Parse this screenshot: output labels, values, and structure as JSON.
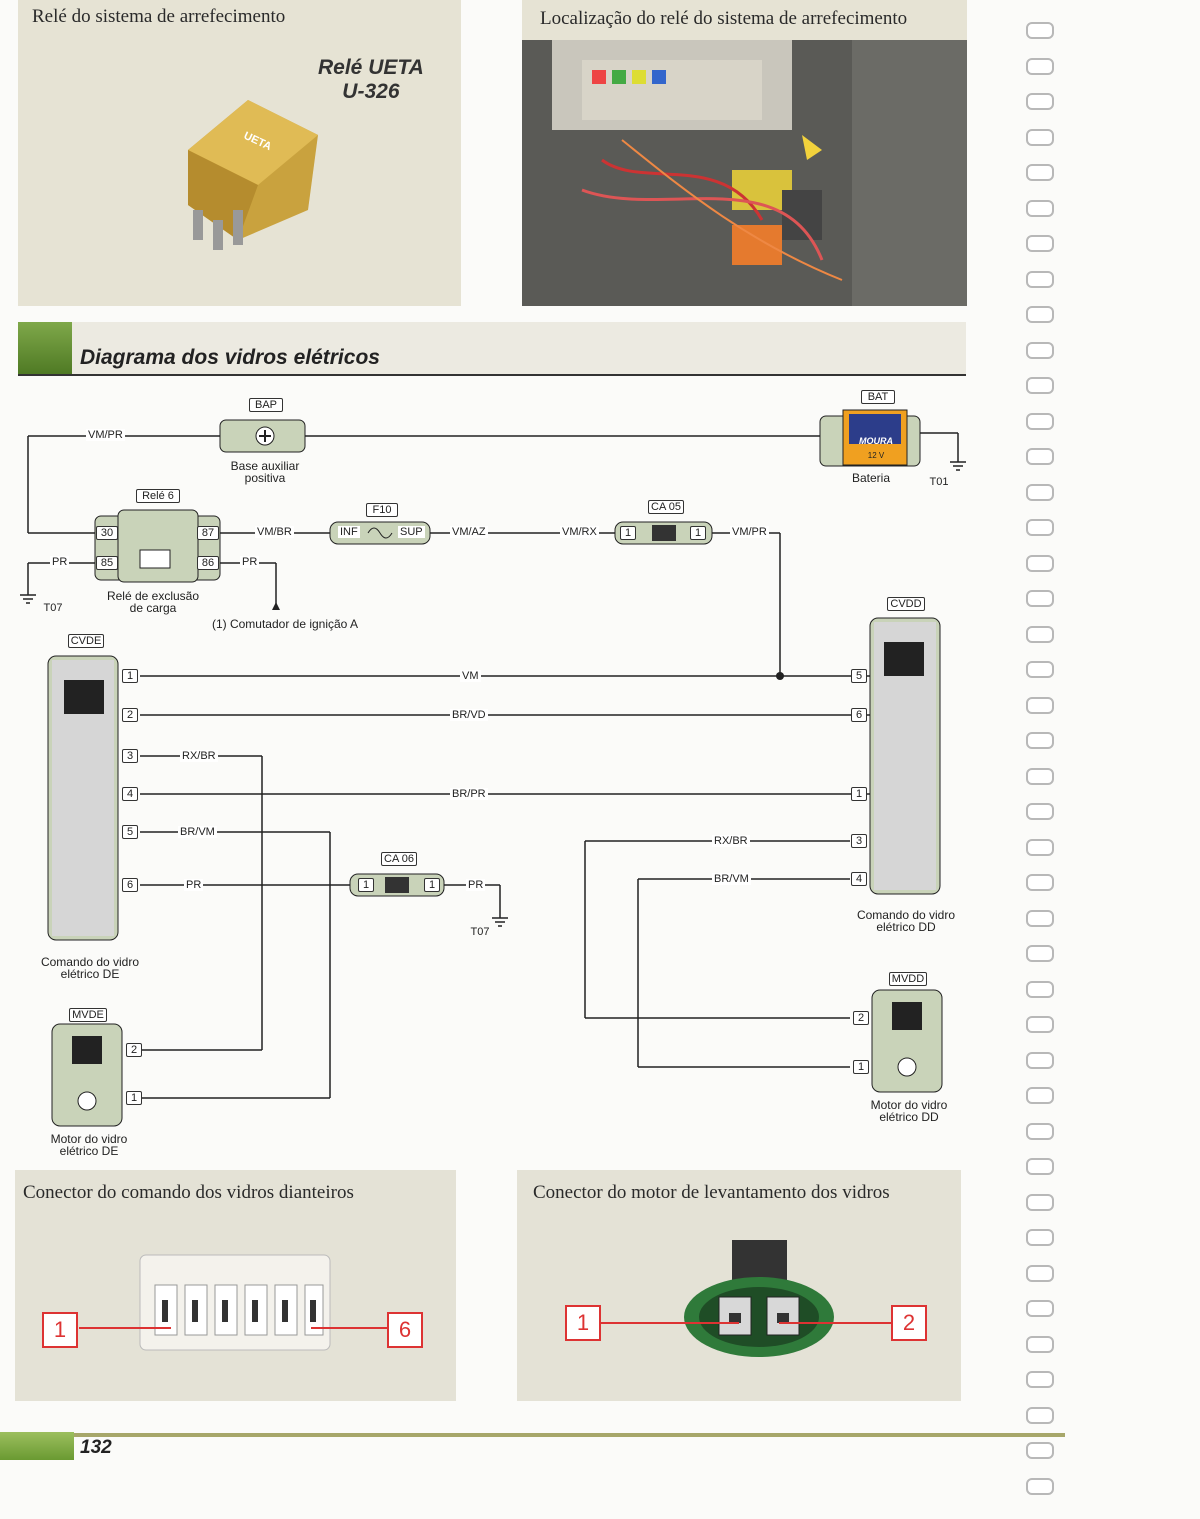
{
  "panels": {
    "relay_photo_title": "Relé do sistema de arrefecimento",
    "relay_brand": "Relé UETA",
    "relay_model": "U-326",
    "relay_location_title": "Localização do relé do sistema de arrefecimento",
    "front_connector_title": "Conector do comando dos vidros dianteiros",
    "motor_connector_title": "Conector do motor de levantamento dos vidros"
  },
  "section": {
    "title": "Diagrama dos vidros elétricos"
  },
  "diagram": {
    "bap_tag": "BAP",
    "bap_caption_1": "Base auxiliar",
    "bap_caption_2": "positiva",
    "bat_tag": "BAT",
    "battery_brand": "MOURA",
    "battery_voltage": "12 V",
    "battery_caption": "Bateria",
    "t01": "T01",
    "rele6_tag": "Relé 6",
    "rele_caption_1": "Relé de exclusão",
    "rele_caption_2": "de carga",
    "f10_tag": "F10",
    "fuse_inf": "INF",
    "fuse_sup": "SUP",
    "ca05_tag": "CA 05",
    "ca06_tag": "CA 06",
    "t07": "T07",
    "ignition": "(1) Comutador de ignição A",
    "cvde_tag": "CVDE",
    "cvdd_tag": "CVDD",
    "mvde_tag": "MVDE",
    "mvdd_tag": "MVDD",
    "cvde_caption_1": "Comando do vidro",
    "cvde_caption_2": "elétrico DE",
    "cvdd_caption_1": "Comando do vidro",
    "cvdd_caption_2": "elétrico DD",
    "mvde_caption_1": "Motor do vidro",
    "mvde_caption_2": "elétrico DE",
    "mvdd_caption_1": "Motor do vidro",
    "mvdd_caption_2": "elétrico DD",
    "wires": {
      "vm_pr": "VM/PR",
      "vm_br": "VM/BR",
      "vm_az": "VM/AZ",
      "vm_rx": "VM/RX",
      "vm_pr2": "VM/PR",
      "pr": "PR",
      "vm": "VM",
      "br_vd": "BR/VD",
      "rx_br": "RX/BR",
      "br_pr": "BR/PR",
      "br_vm": "BR/VM"
    },
    "pins": {
      "p30": "30",
      "p87": "87",
      "p85": "85",
      "p86": "86",
      "one": "1",
      "two": "2",
      "three": "3",
      "four": "4",
      "five": "5",
      "six": "6"
    }
  },
  "connectors": {
    "front_left_pin": "1",
    "front_right_pin": "6",
    "motor_left_pin": "1",
    "motor_right_pin": "2"
  },
  "page_number": "132"
}
